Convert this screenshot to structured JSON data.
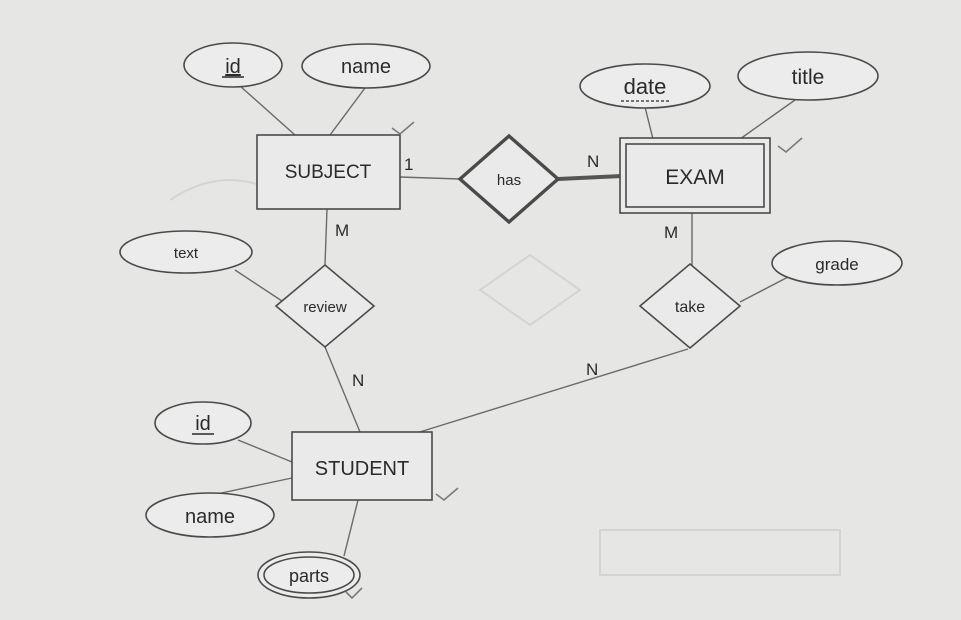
{
  "entities": {
    "subject": "SUBJECT",
    "exam": "EXAM",
    "student": "STUDENT"
  },
  "relationships": {
    "has": "has",
    "review": "review",
    "take": "take"
  },
  "attributes": {
    "subject_id": "id",
    "subject_name": "name",
    "exam_date": "date",
    "exam_title": "title",
    "review_text": "text",
    "take_grade": "grade",
    "student_id": "id",
    "student_name": "name",
    "student_parts": "parts"
  },
  "cardinalities": {
    "subject_has": "1",
    "exam_has": "N",
    "subject_review": "M",
    "student_review": "N",
    "exam_take": "M",
    "student_take": "N"
  }
}
